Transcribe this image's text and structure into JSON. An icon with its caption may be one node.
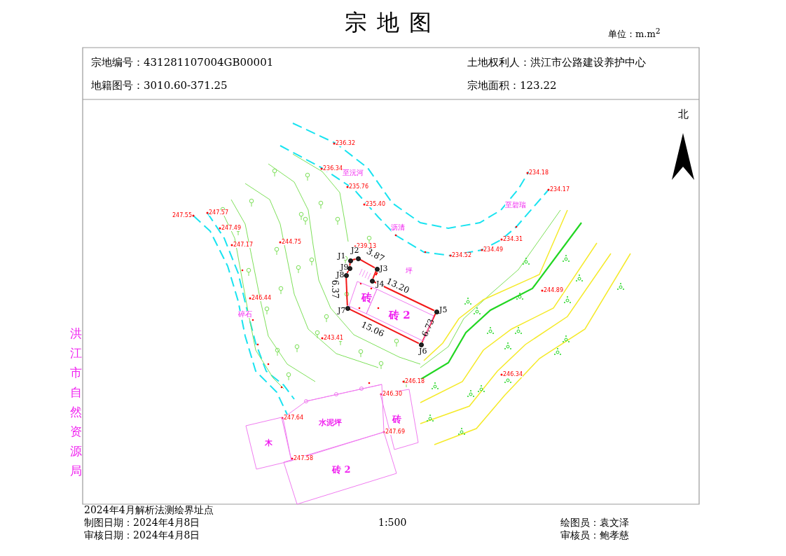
{
  "diagram": {
    "title": "宗地图",
    "nodes": [
      {
        "text": [],
        "shape": "circle",
        "beside": [
          "J1"
        ]
      },
      {
        "text": [],
        "shape": "circle",
        "beside": [
          "J2"
        ]
      },
      {
        "text": [],
        "shape": "circle",
        "beside": [
          "J3"
        ]
      },
      {
        "text": [],
        "shape": "circle",
        "beside": [
          "J4"
        ]
      },
      {
        "text": [],
        "shape": "circle",
        "beside": [
          "J5"
        ]
      },
      {
        "text": [],
        "shape": "circle",
        "beside": [
          "J6"
        ]
      },
      {
        "text": [],
        "shape": "circle",
        "beside": [
          "J7"
        ]
      },
      {
        "text": [],
        "shape": "circle",
        "beside": [
          "J8"
        ]
      },
      {
        "text": [],
        "shape": "circle",
        "beside": [
          "J9"
        ]
      },
      {
        "text": [
          "砖"
        ]
      },
      {
        "text": [
          "砖 2"
        ]
      },
      {
        "text": [
          "水泥坪"
        ]
      },
      {
        "text": [
          "木"
        ]
      },
      {
        "text": [
          "砖"
        ]
      },
      {
        "text": [
          "砖 2"
        ]
      }
    ],
    "edges": [
      {
        "from": 0,
        "to": 1,
        "arrow": "none"
      },
      {
        "from": 1,
        "to": 2,
        "arrow": "none",
        "label": "3.87"
      },
      {
        "from": 2,
        "to": 3,
        "arrow": "none"
      },
      {
        "from": 3,
        "to": 4,
        "arrow": "none",
        "label": "13.20"
      },
      {
        "from": 4,
        "to": 5,
        "arrow": "none",
        "label": "6.73"
      },
      {
        "from": 5,
        "to": 6,
        "arrow": "none",
        "label": "15.06"
      },
      {
        "from": 6,
        "to": 7,
        "arrow": "none",
        "label": "6.37"
      },
      {
        "from": 7,
        "to": 8,
        "arrow": "none"
      },
      {
        "from": 8,
        "to": 0,
        "arrow": "none"
      }
    ],
    "labels": [
      "单位：m.m$^{2}$",
      "宗地编号：431281107004GB00001",
      "土地权利人：洪江市公路建设养护中心",
      "地籍图号：3010.60-371.25",
      "宗地面积：123.22",
      "北",
      "236.32",
      "236.34",
      "至沅河",
      "234.18",
      "235.76",
      "234.17",
      "235.40",
      "至碧瑞",
      "247.55",
      "247.57",
      "沥清",
      "247.49",
      "244.75",
      "234.31",
      "247.17",
      "239.13",
      "234.49",
      "234.52",
      "坪",
      "244.89",
      "246.44",
      "碎石",
      "243.41",
      "246.34",
      "246.18",
      "246.30",
      "247.64",
      "247.69",
      "247.58",
      "洪江市自然资源局",
      "2024年4月解析法测绘界址点",
      "制图日期：2024年4月8日",
      "1:500",
      "绘图员：袁文泽",
      "审核日期：2024年4月8日",
      "审核员：鲍孝慈"
    ]
  }
}
